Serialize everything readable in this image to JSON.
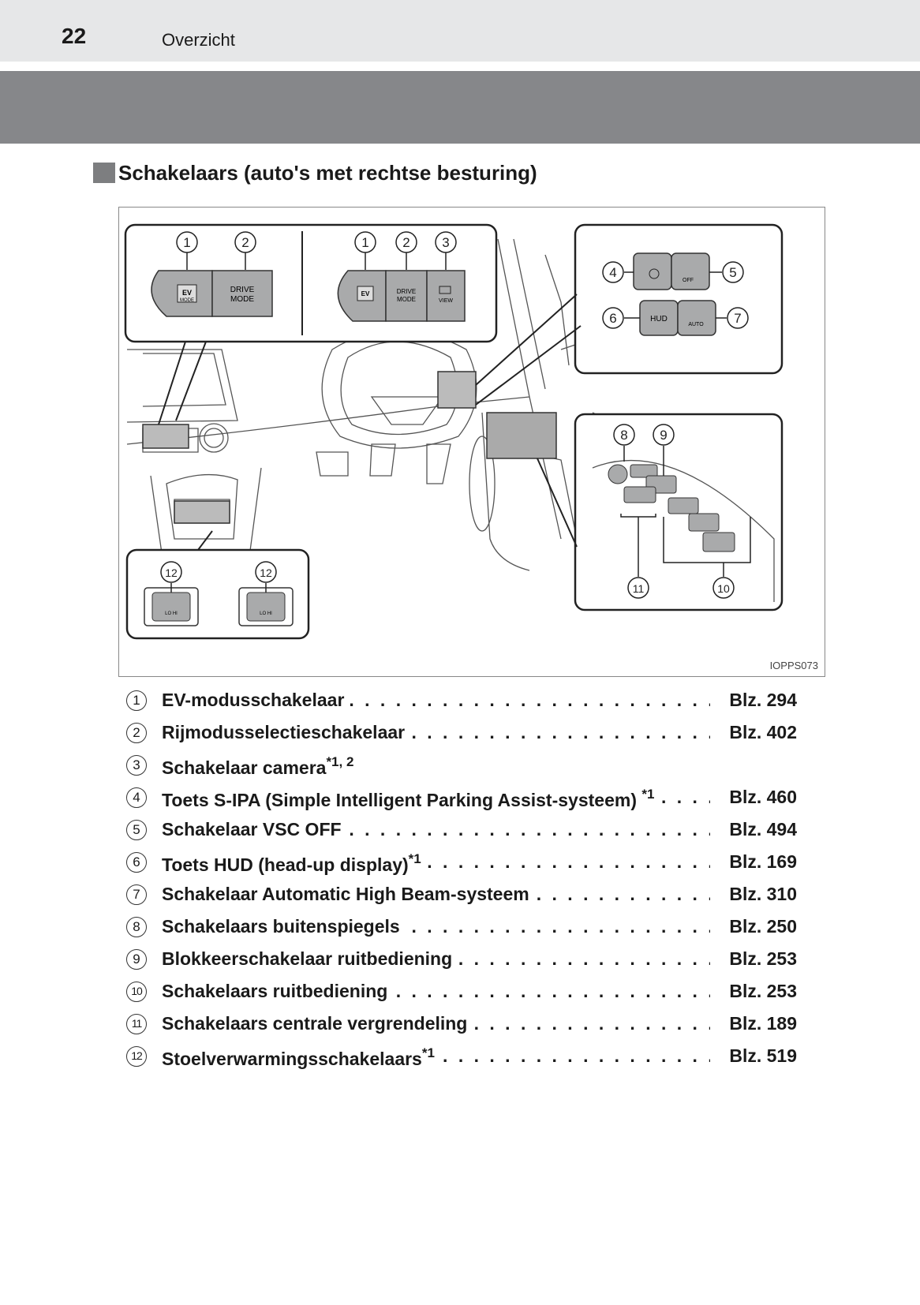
{
  "header": {
    "page_number": "22",
    "running_title": "Overzicht"
  },
  "section": {
    "title": "Schakelaars (auto's met rechtse besturing)"
  },
  "figure": {
    "code": "IOPPS073",
    "callouts": [
      "1",
      "2",
      "1",
      "2",
      "3",
      "4",
      "5",
      "6",
      "7",
      "8",
      "9",
      "10",
      "11",
      "12",
      "12"
    ],
    "button_labels": {
      "ev_mode": "EV MODE",
      "drive_mode": "DRIVE MODE",
      "view": "VIEW",
      "hud": "HUD",
      "auto": "AUTO",
      "off": "OFF",
      "lo": "LO",
      "hi": "HI"
    }
  },
  "items": [
    {
      "num": "1",
      "label": "EV-modusschakelaar",
      "sup": "",
      "page": "Blz. 294"
    },
    {
      "num": "2",
      "label": "Rijmodusselectieschakelaar",
      "sup": "",
      "page": "Blz. 402"
    },
    {
      "num": "3",
      "label": "Schakelaar camera",
      "sup": "*1, 2",
      "page": ""
    },
    {
      "num": "4",
      "label": "Toets S-IPA (Simple Intelligent Parking Assist-systeem) ",
      "sup": "*1",
      "page": "Blz. 460"
    },
    {
      "num": "5",
      "label": "Schakelaar VSC OFF",
      "sup": "",
      "page": "Blz. 494"
    },
    {
      "num": "6",
      "label": "Toets HUD (head-up display)",
      "sup": "*1",
      "page": "Blz. 169"
    },
    {
      "num": "7",
      "label": "Schakelaar Automatic High Beam-systeem",
      "sup": "",
      "page": "Blz. 310"
    },
    {
      "num": "8",
      "label": "Schakelaars buitenspiegels",
      "sup": "",
      "page": "Blz. 250"
    },
    {
      "num": "9",
      "label": "Blokkeerschakelaar ruitbediening",
      "sup": "",
      "page": "Blz. 253"
    },
    {
      "num": "10",
      "label": "Schakelaars ruitbediening",
      "sup": "",
      "page": "Blz. 253"
    },
    {
      "num": "11",
      "label": "Schakelaars centrale vergrendeling",
      "sup": "",
      "page": "Blz. 189"
    },
    {
      "num": "12",
      "label": "Stoelverwarmingsschakelaars",
      "sup": "*1",
      "page": "Blz. 519"
    }
  ]
}
